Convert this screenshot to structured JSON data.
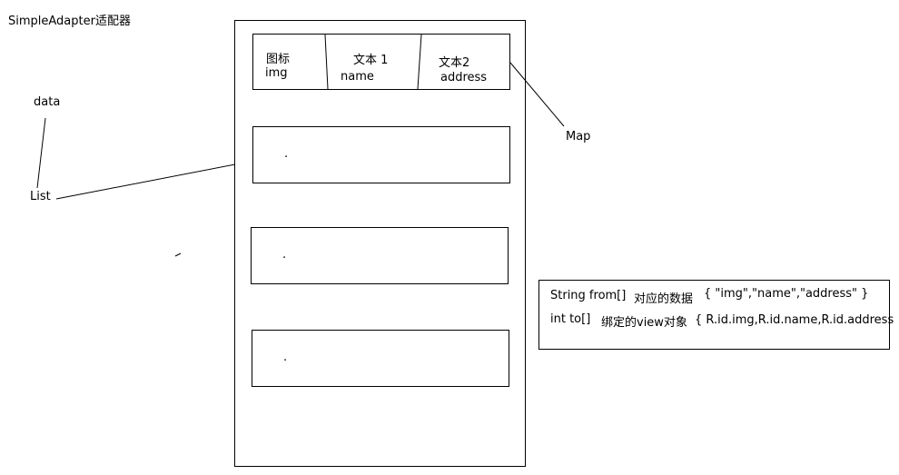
{
  "title": "SimpleAdapter适配器",
  "labels": {
    "data": "data",
    "list": "List",
    "map": "Map"
  },
  "header_row": {
    "cell1_top": "图标",
    "cell1_bottom": "img",
    "cell2_top": "文本 1",
    "cell2_bottom": "name",
    "cell3_top": "文本2",
    "cell3_bottom": "address"
  },
  "rows": [
    {
      "text": "."
    },
    {
      "text": "."
    },
    {
      "text": "."
    }
  ],
  "note": {
    "line1_a": "String from[]",
    "line1_b": "对应的数据",
    "line1_c": "{ \"img\",\"name\",\"address\" }",
    "line2_a": "int to[]",
    "line2_b": "绑定的view对象",
    "line2_c": "{ R.id.img,R.id.name,R.id.address }"
  }
}
